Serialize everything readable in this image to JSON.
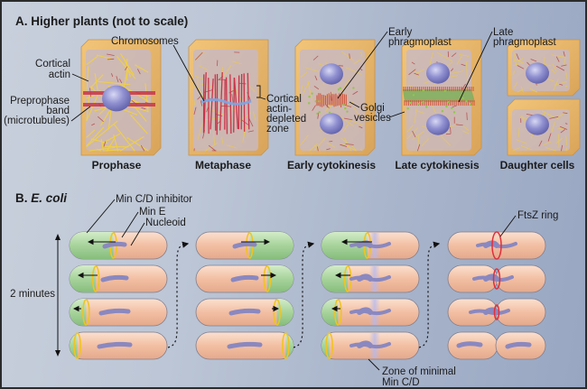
{
  "panel_a": {
    "title": "A. Higher plants (not to scale)",
    "stages": [
      {
        "label": "Prophase"
      },
      {
        "label": "Metaphase"
      },
      {
        "label": "Early cytokinesis"
      },
      {
        "label": "Late cytokinesis"
      },
      {
        "label": "Daughter cells"
      }
    ],
    "labels": {
      "cortical_actin": [
        "Cortical",
        "actin"
      ],
      "preprophase_band": [
        "Preprophase",
        "band",
        "(microtubules)"
      ],
      "chromosomes": "Chromosomes",
      "cortical_actin_depleted_zone": [
        "Cortical",
        "actin-",
        "depleted",
        "zone"
      ],
      "early_phragmoplast": [
        "Early",
        "phragmoplast"
      ],
      "golgi_vesicles": [
        "Golgi",
        "vesicles"
      ],
      "late_phragmoplast": [
        "Late",
        "phragmoplast"
      ]
    }
  },
  "panel_b": {
    "title_prefix": "B. ",
    "title_species": "E. coli",
    "labels": {
      "min_cd_inhibitor": "Min C/D inhibitor",
      "min_e": "Min E",
      "nucleoid": "Nucleoid",
      "time_span": "2 minutes",
      "ftsz_ring": "FtsZ ring",
      "zone_minimal": [
        "Zone of minimal",
        "Min C/D"
      ]
    }
  },
  "colors": {
    "cell_wall": "#e8b86a",
    "nucleus": "#7f7fc4",
    "actin": "#f2d23a",
    "microtubule": "#c8344a",
    "bacterium": "#f2c0a4",
    "min_cd_green": "#a9d49c",
    "min_e_ring": "#f0c420",
    "ftsz_ring": "#e0303c",
    "nucleoid": "#8a88c0",
    "phragmoplast_green": "#7fae5a"
  }
}
